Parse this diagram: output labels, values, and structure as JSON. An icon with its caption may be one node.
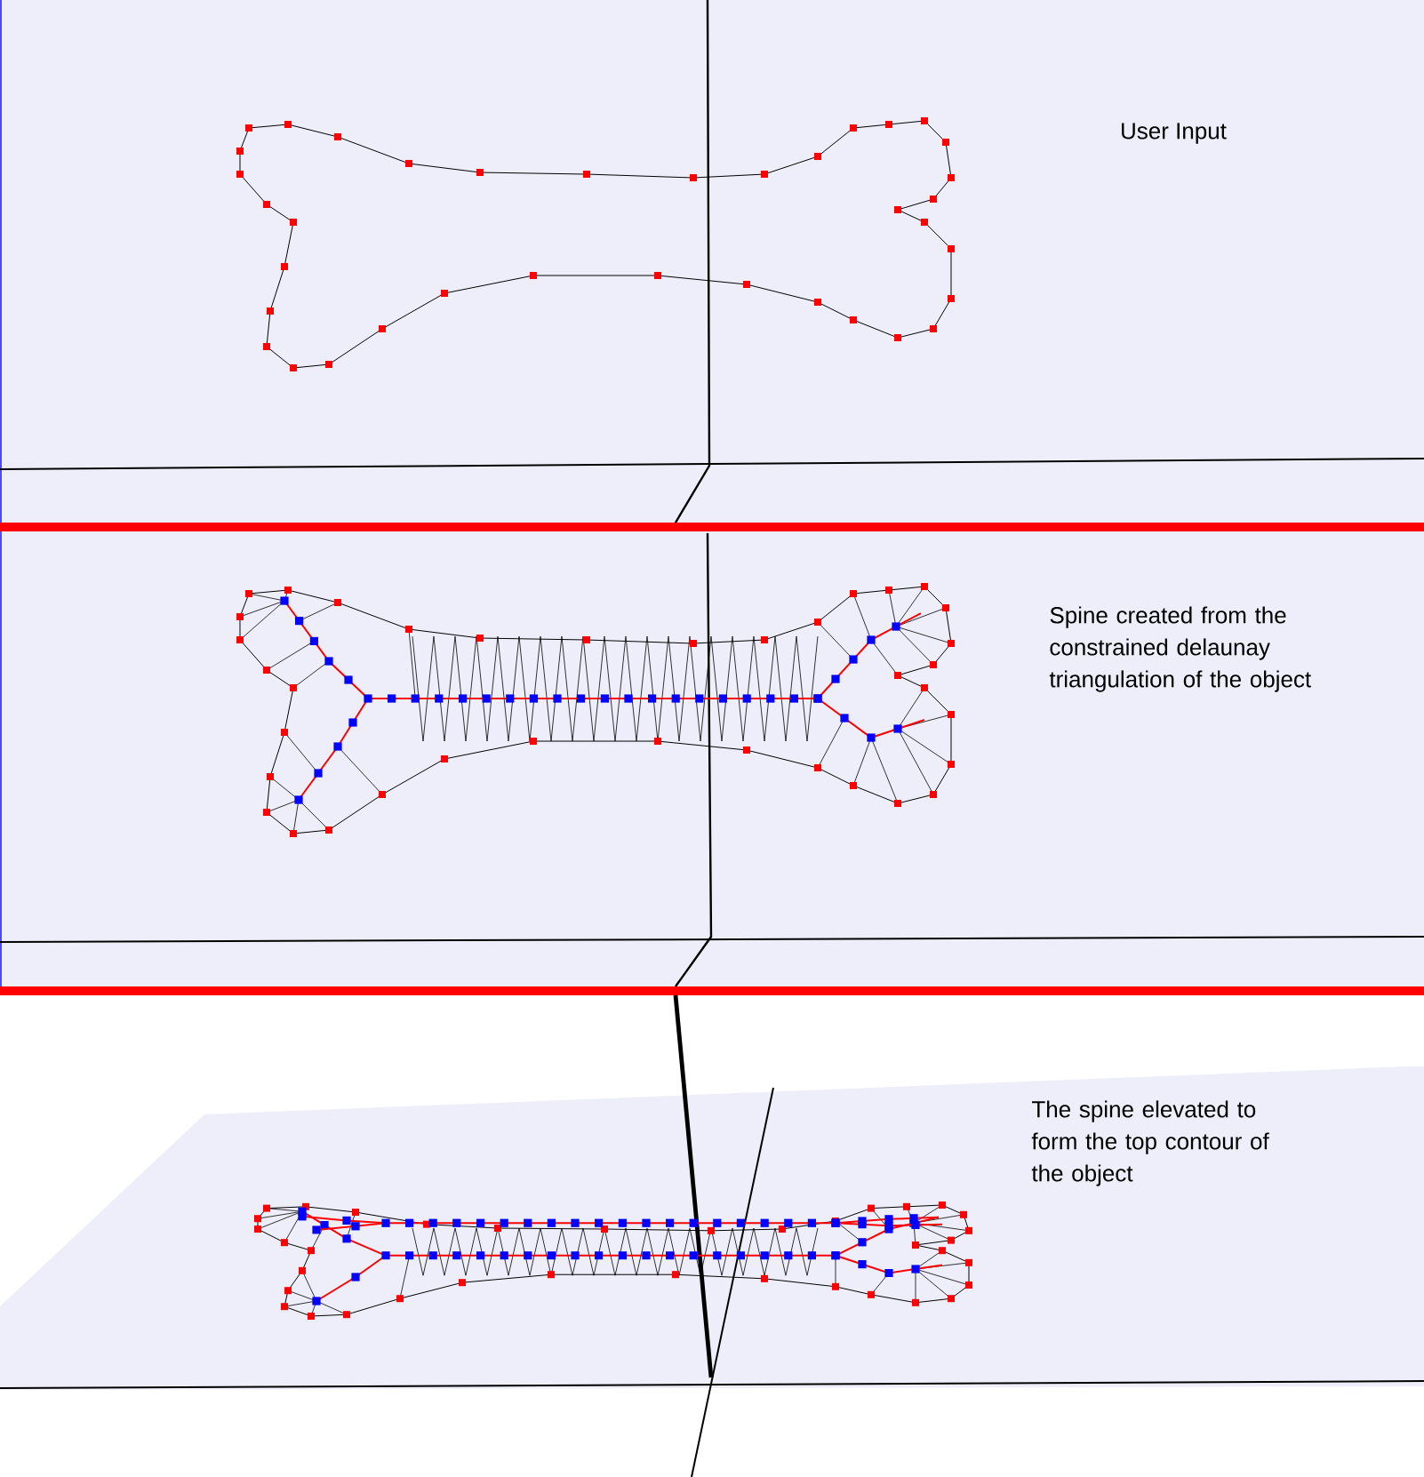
{
  "diagram": {
    "labels": [
      "User Input",
      "Spine created from the constrained delaunay triangulation of the object",
      "The spine elevated to form the top contour of the object"
    ]
  }
}
